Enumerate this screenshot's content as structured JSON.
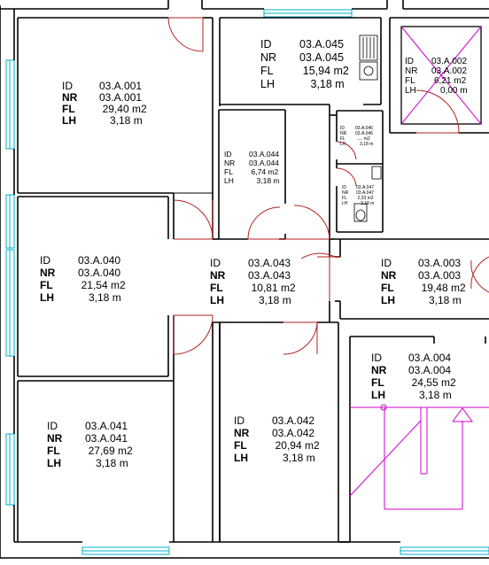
{
  "colors": {
    "wall": "#000000",
    "window": "#00b0c8",
    "door": "#b22222",
    "stair": "#d000d0"
  },
  "rooms": [
    {
      "key": "r001",
      "id": "03.A.001",
      "nr": "03.A.001",
      "fl": "29,40 m2",
      "lh": "3,18 m"
    },
    {
      "key": "r045",
      "id": "03.A.045",
      "nr": "03.A.045",
      "fl": "15,94 m2",
      "lh": "3,18 m"
    },
    {
      "key": "r002",
      "id": "03.A.002",
      "nr": "03.A.002",
      "fl": "6,21 m2",
      "lh": "0,00 m"
    },
    {
      "key": "r044",
      "id": "03.A.044",
      "nr": "03.A.044",
      "fl": "6,74 m2",
      "lh": "3,18 m"
    },
    {
      "key": "r046",
      "id": "03.A.046",
      "nr": "03.A.046",
      "fl": "..,.. m2",
      "lh": "3,18 m"
    },
    {
      "key": "r047",
      "id": "03.A.047",
      "nr": "03.A.047",
      "fl": "2,33 m2",
      "lh": "3,18 m"
    },
    {
      "key": "r040",
      "id": "03.A.040",
      "nr": "03.A.040",
      "fl": "21,54 m2",
      "lh": "3,18 m"
    },
    {
      "key": "r043",
      "id": "03.A.043",
      "nr": "03.A.043",
      "fl": "10,81 m2",
      "lh": "3,18 m"
    },
    {
      "key": "r003",
      "id": "03.A.003",
      "nr": "03.A.003",
      "fl": "19,48 m2",
      "lh": "3,18 m"
    },
    {
      "key": "r004",
      "id": "03.A.004",
      "nr": "03.A.004",
      "fl": "24,55 m2",
      "lh": "3,18 m"
    },
    {
      "key": "r041",
      "id": "03.A.041",
      "nr": "03.A.041",
      "fl": "27,69 m2",
      "lh": "3,18 m"
    },
    {
      "key": "r042",
      "id": "03.A.042",
      "nr": "03.A.042",
      "fl": "20,94 m2",
      "lh": "3,18 m"
    }
  ],
  "labels": {
    "id": "ID",
    "nr": "NR",
    "fl": "FL",
    "lh": "LH"
  }
}
